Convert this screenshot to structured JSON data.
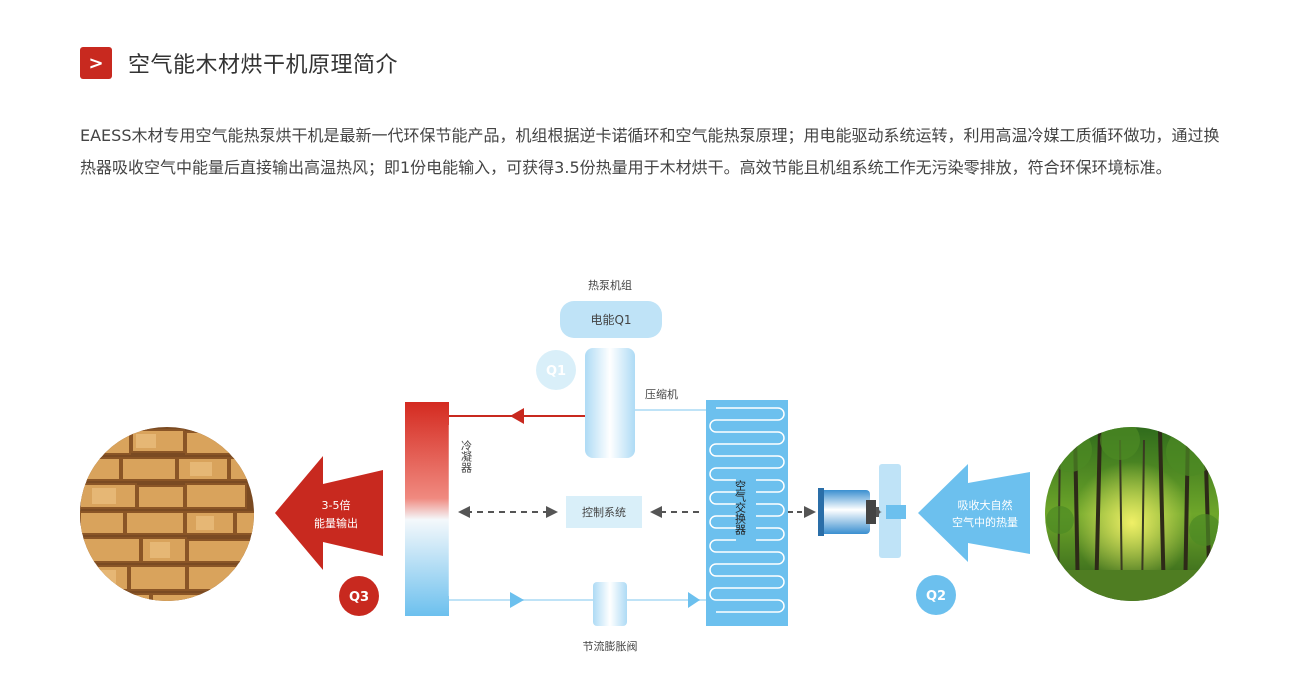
{
  "header": {
    "badge": ">",
    "title": "空气能木材烘干机原理简介"
  },
  "intro": "EAESS木材专用空气能热泵烘干机是最新一代环保节能产品，机组根据逆卡诺循环和空气能热泵原理；用电能驱动系统运转，利用高温冷媒工质循环做功，通过换热器吸收空气中能量后直接输出高温热风；即1份电能输入，可获得3.5份热量用于木材烘干。高效节能且机组系统工作无污染零排放，符合环保环境标准。",
  "diagram": {
    "heat_pump_unit": "热泵机组",
    "power_label": "电能Q1",
    "q1": "Q1",
    "q2": "Q2",
    "q3": "Q3",
    "compressor": "压缩机",
    "condenser": "冷凝器",
    "control_system": "控制系统",
    "air_exchanger": "空气交换器",
    "expansion_valve": "节流膨胀阀",
    "output_line1": "3-5倍",
    "output_line2": "能量输出",
    "absorb_line1": "吸收大自然",
    "absorb_line2": "空气中的热量"
  },
  "colors": {
    "red": "#c8291f",
    "blue": "#6cc0ee",
    "lightblue": "#bfe3f7",
    "darkgray": "#444444"
  }
}
